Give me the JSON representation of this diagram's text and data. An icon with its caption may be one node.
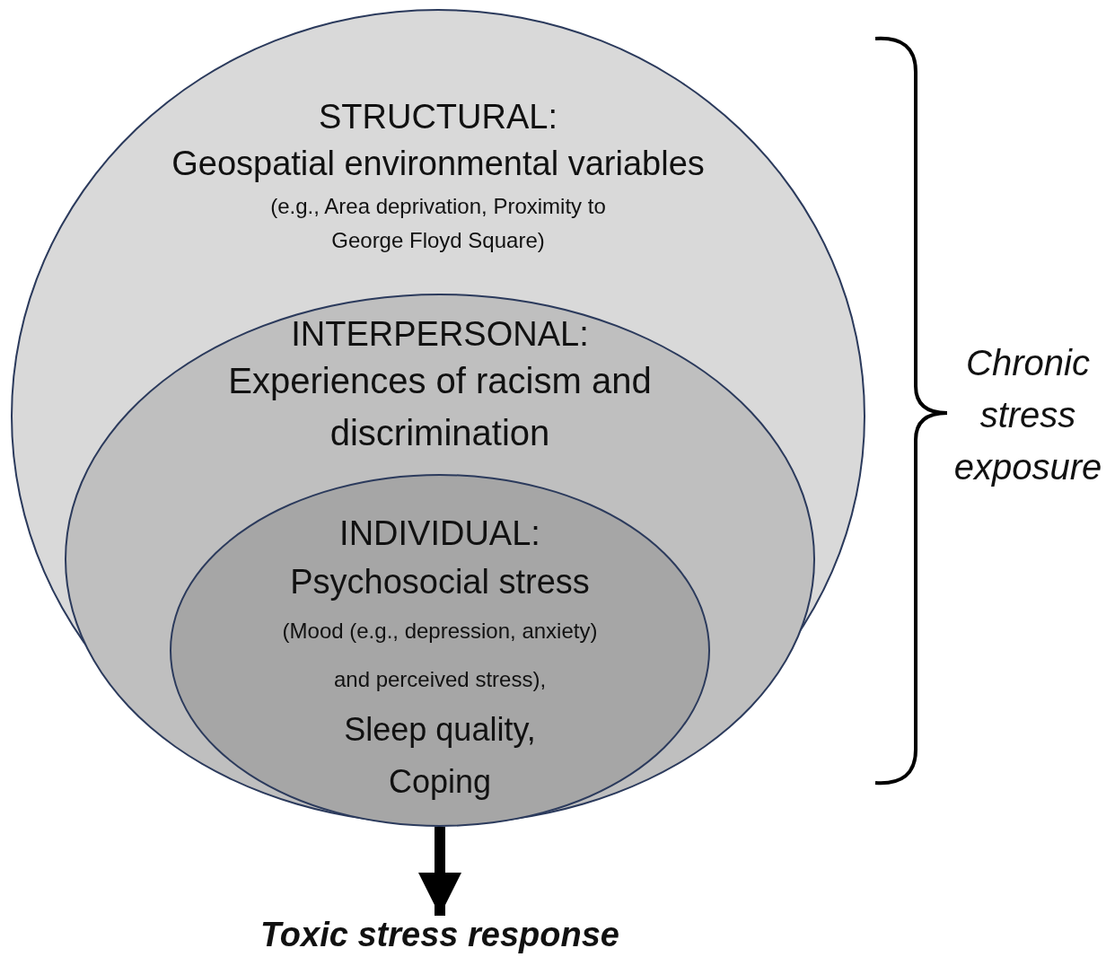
{
  "diagram": {
    "nodes": [
      {
        "text": [
          "STRUCTURAL:",
          "Geospatial environmental variables",
          "(e.g., Area deprivation, Proximity to George Floyd Square)"
        ]
      },
      {
        "text": [
          "INTERPERSONAL:",
          "Experiences of racism and discrimination"
        ],
        "in": 0
      },
      {
        "text": [
          "INDIVIDUAL:",
          "Psychosocial stress",
          "(Mood (e.g., depression, anxiety) and perceived stress),",
          "Sleep quality, Coping"
        ],
        "in": 1
      },
      {
        "text": [
          "Toxic stress response"
        ]
      }
    ],
    "edges": [
      {
        "from": 2,
        "to": 3,
        "arrow": "to"
      }
    ],
    "labels": [
      "Chronic stress exposure"
    ]
  }
}
